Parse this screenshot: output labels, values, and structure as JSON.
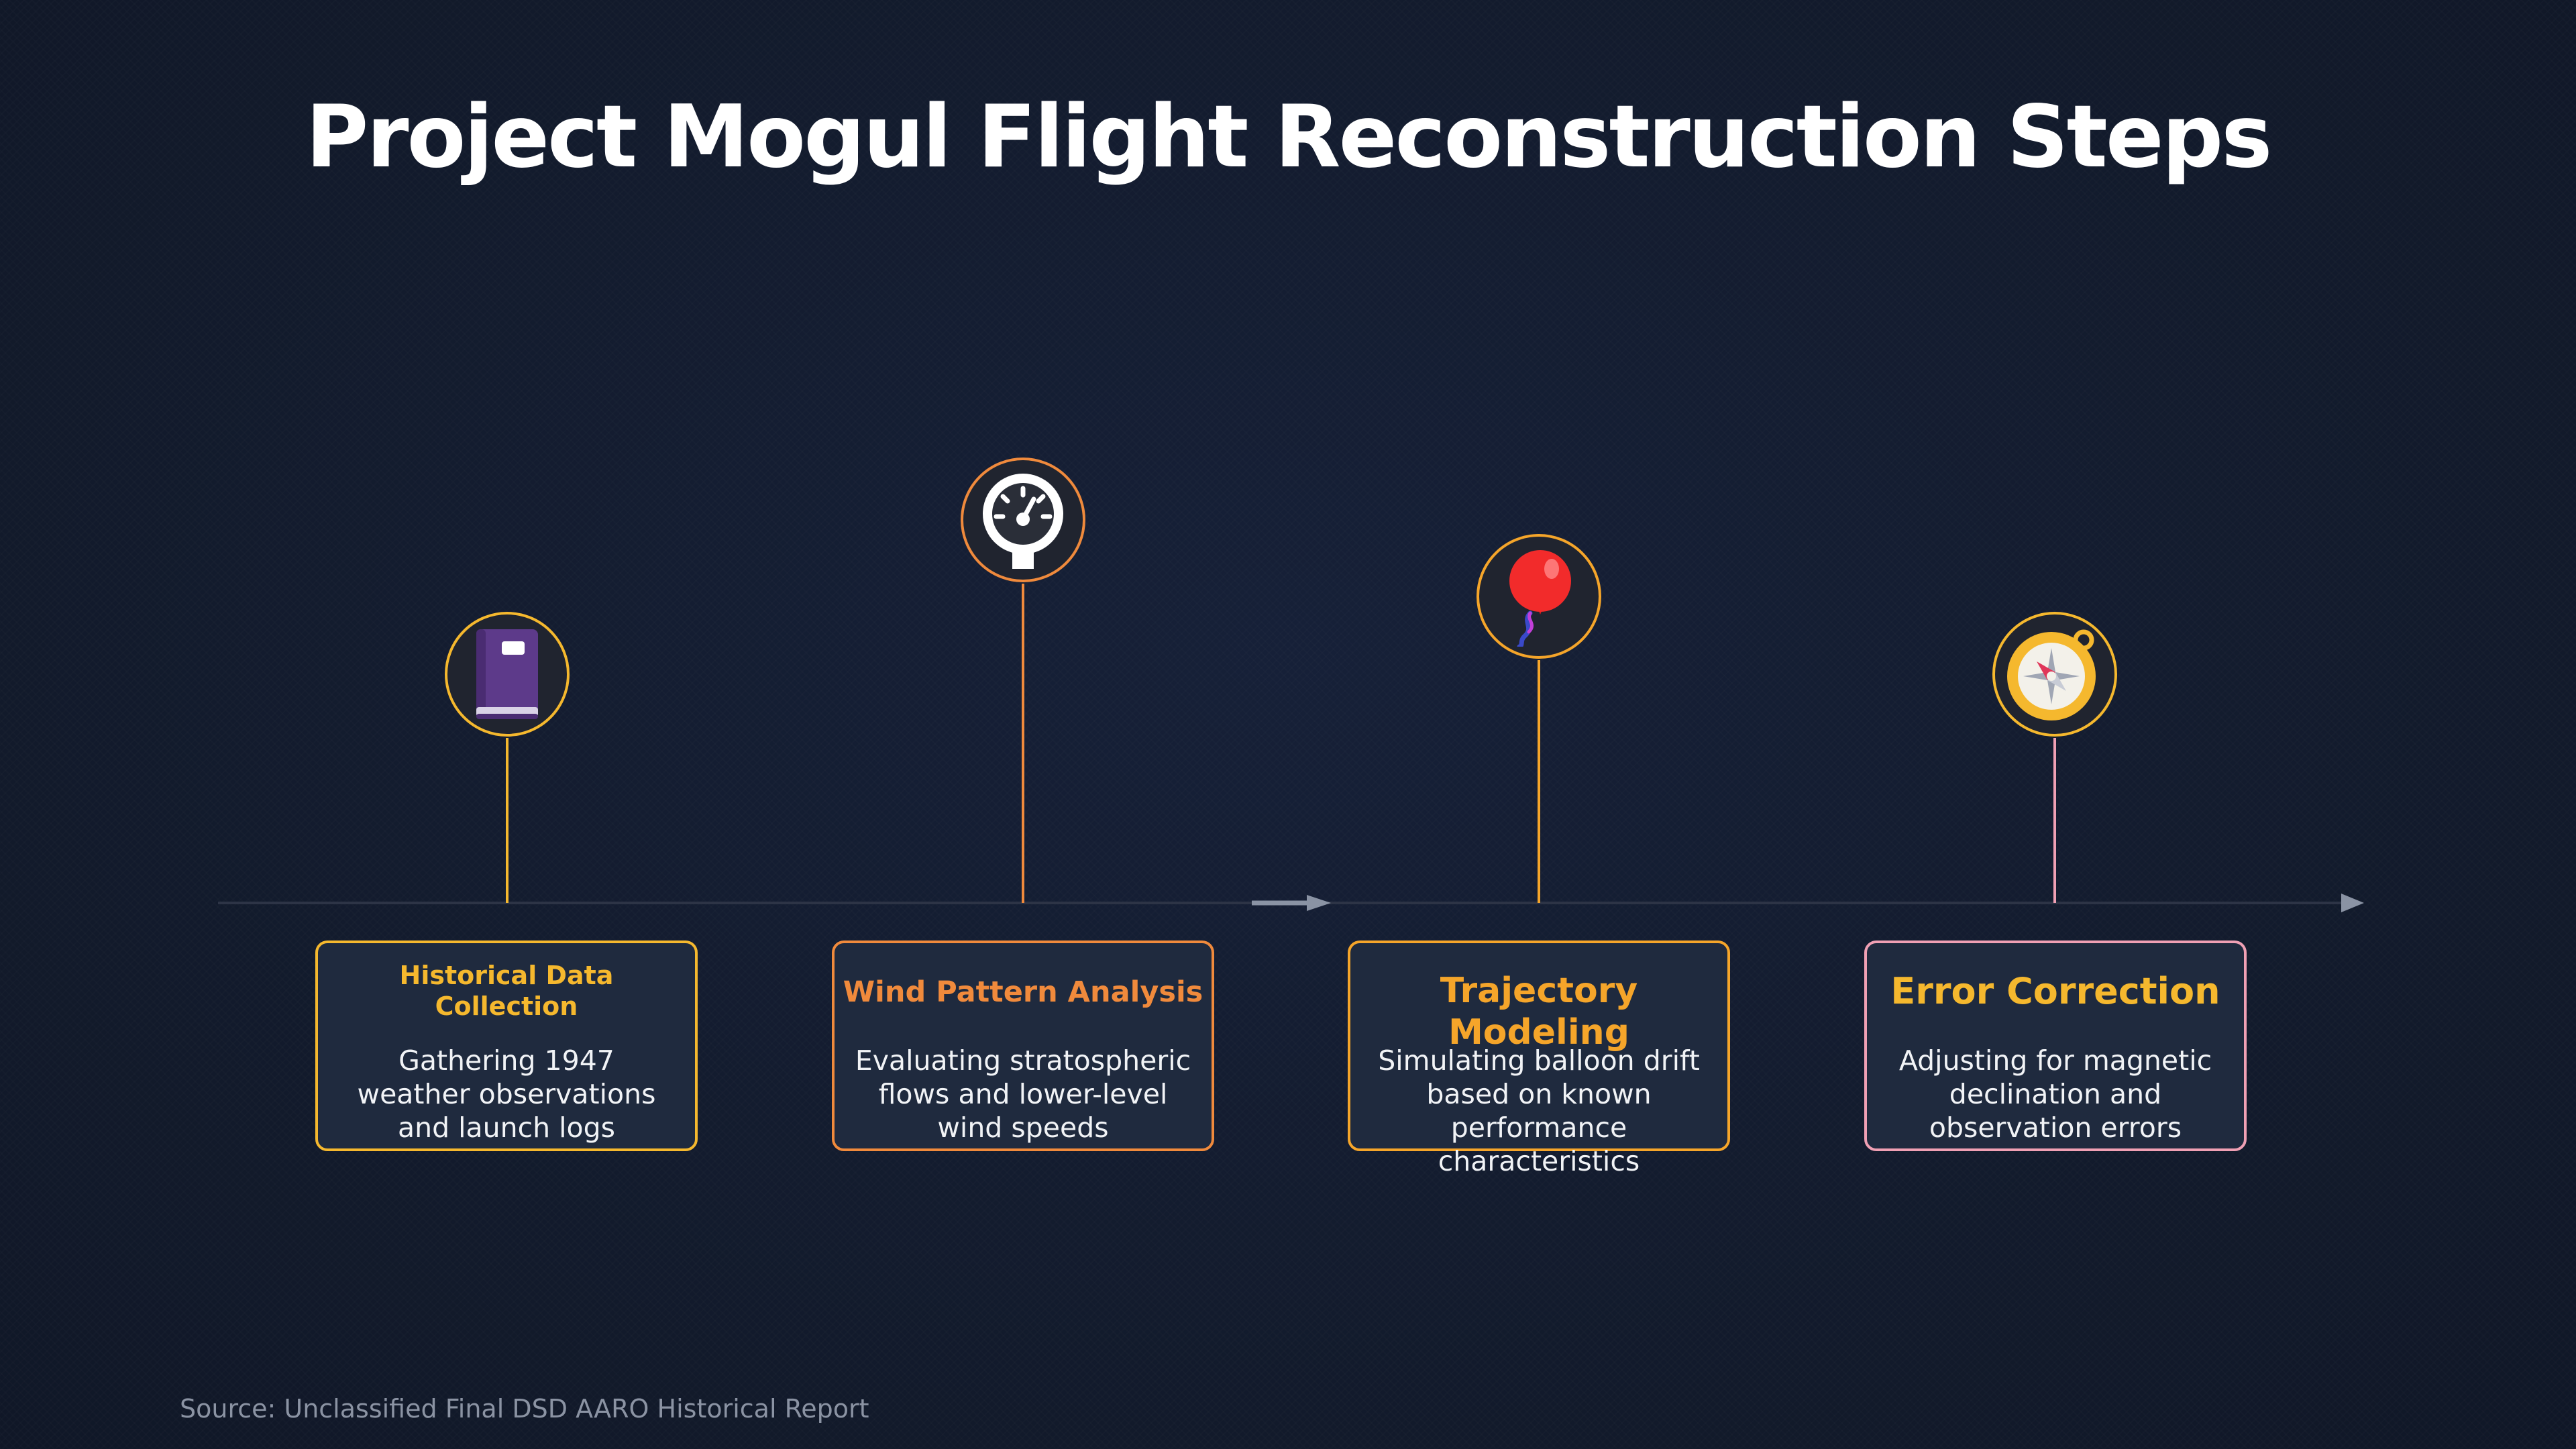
{
  "title": "Project Mogul Flight Reconstruction Steps",
  "steps": [
    {
      "title": "Historical Data Collection",
      "description": "Gathering 1947 weather observations and launch logs",
      "icon": "book-icon",
      "accent": "#f5b82e"
    },
    {
      "title": "Wind Pattern Analysis",
      "description": "Evaluating stratospheric flows and lower-level wind speeds",
      "icon": "gauge-icon",
      "accent": "#f08a3c"
    },
    {
      "title": "Trajectory Modeling",
      "description": "Simulating balloon drift based on known performance characteristics",
      "icon": "balloon-icon",
      "accent": "#f5a52a"
    },
    {
      "title": "Error Correction",
      "description": "Adjusting for magnetic declination and observation errors",
      "icon": "compass-icon",
      "accent": "#f0a0b4"
    }
  ],
  "source": "Source: Unclassified Final DSD AARO Historical Report"
}
